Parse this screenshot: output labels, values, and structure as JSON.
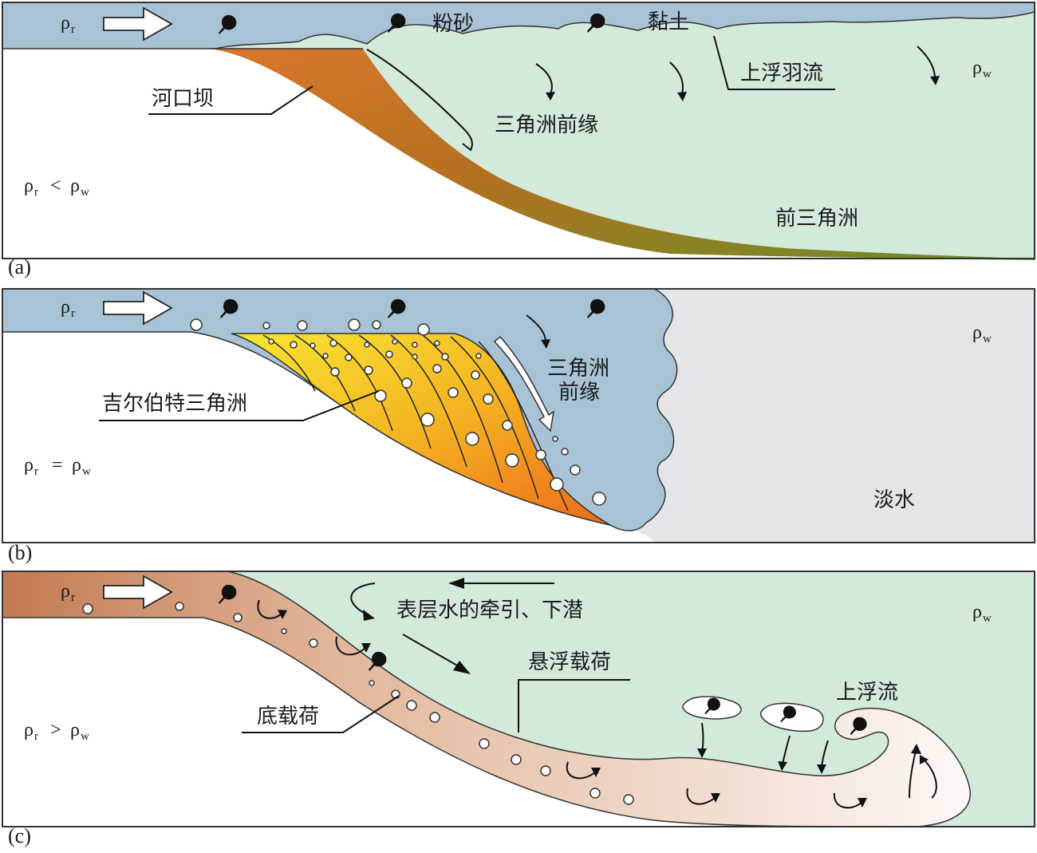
{
  "symbols": {
    "rho": "ρ",
    "river_sub": "r",
    "water_sub": "w",
    "lt": "<",
    "eq": "=",
    "gt": ">"
  },
  "panel_a": {
    "tag": "(a)",
    "labels": {
      "silt": "粉砂",
      "clay": "黏土",
      "buoyant_plume": "上浮羽流",
      "mouth_bar": "河口坝",
      "delta_front": "三角洲前缘",
      "prodelta": "前三角洲"
    },
    "relation": "lt"
  },
  "panel_b": {
    "tag": "(b)",
    "labels": {
      "gilbert_delta": "吉尔伯特三角洲",
      "delta_front_1": "三角洲",
      "delta_front_2": "前缘",
      "fresh_water": "淡水"
    },
    "relation": "eq"
  },
  "panel_c": {
    "tag": "(c)",
    "labels": {
      "surface_drag": "表层水的牵引、下潜",
      "suspended_load": "悬浮载荷",
      "buoyant_flow": "上浮流",
      "bed_load": "底载荷"
    },
    "relation": "gt"
  },
  "colors": {
    "river_blue": "#a9c3d6",
    "basin_green": "#d3eadb",
    "fresh_gray": "#e4e5e8",
    "bar_orange": "#d7782d",
    "bar_green": "#6f8f2a",
    "gilbert_yellow": "#f6dd2b",
    "gilbert_orange": "#f0781d",
    "density_brown": "#c47e57",
    "density_light": "#fbf4ef"
  }
}
